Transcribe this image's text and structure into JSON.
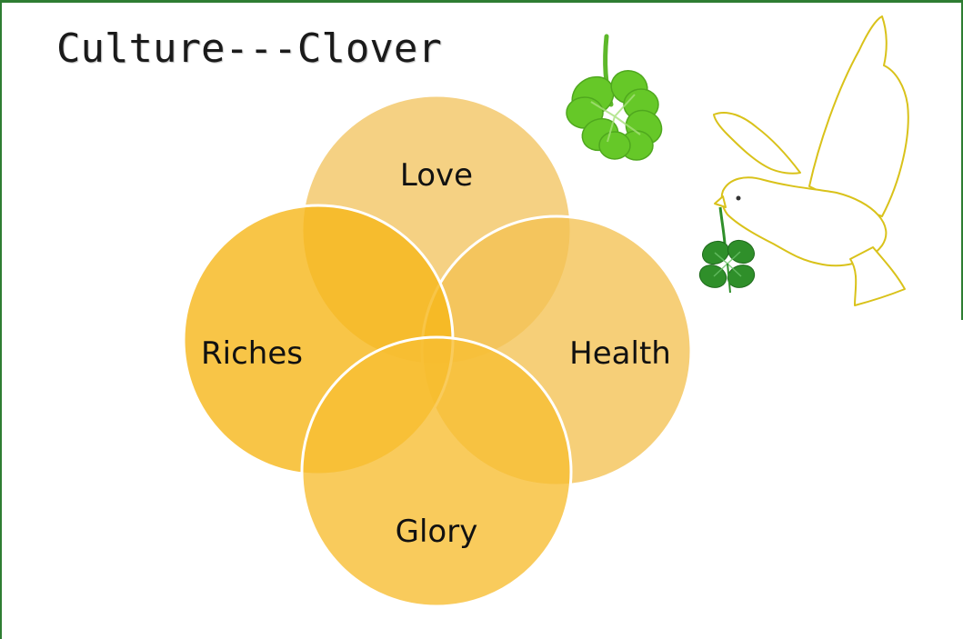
{
  "title": "Culture---Clover",
  "diagram": {
    "type": "venn-four-petal",
    "circles": [
      {
        "label": "Love",
        "color": "#F2C460"
      },
      {
        "label": "Riches",
        "color": "#F6B619"
      },
      {
        "label": "Health",
        "color": "#F4C152"
      },
      {
        "label": "Glory",
        "color": "#F7BE33"
      }
    ],
    "border_color": "#ffffff"
  },
  "decorations": {
    "clover_color": "#66C828",
    "dark_clover_color": "#2F8F2A",
    "dove_outline_color": "#D9C21A",
    "frame_color": "#2E7D32"
  }
}
